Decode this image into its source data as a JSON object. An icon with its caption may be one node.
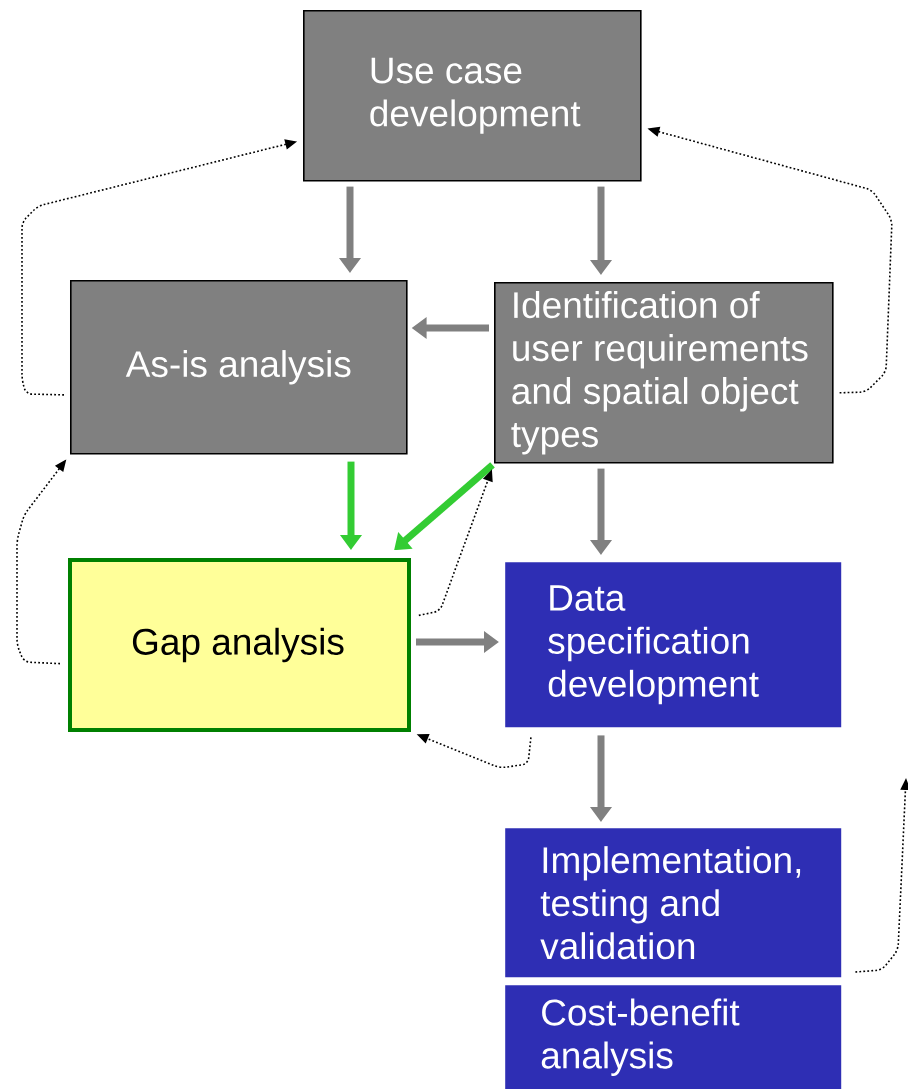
{
  "diagram": {
    "nodes": [
      {
        "text": [
          "Use case development"
        ]
      },
      {
        "text": [
          "As-is analysis"
        ]
      },
      {
        "text": [
          "Identification of user requirements and spatial object types"
        ]
      },
      {
        "text": [
          "Gap analysis"
        ]
      },
      {
        "text": [
          "Data specification development"
        ]
      },
      {
        "text": [
          "Implementation, testing and validation"
        ]
      },
      {
        "text": [
          "Cost-benefit analysis"
        ]
      }
    ],
    "edges": [
      {
        "from": 0,
        "to": 1,
        "arrow": "to"
      },
      {
        "from": 0,
        "to": 2,
        "arrow": "to"
      },
      {
        "from": 2,
        "to": 1,
        "arrow": "to"
      },
      {
        "from": 1,
        "to": 3,
        "arrow": "to",
        "color": "#33cc33"
      },
      {
        "from": 2,
        "to": 3,
        "arrow": "to",
        "color": "#33cc33"
      },
      {
        "from": 2,
        "to": 4,
        "arrow": "to"
      },
      {
        "from": 3,
        "to": 4,
        "arrow": "to"
      },
      {
        "from": 4,
        "to": 5,
        "arrow": "to"
      },
      {
        "from": 1,
        "to": 0,
        "arrow": "to",
        "style": "dashed",
        "color": "#000000"
      },
      {
        "from": 2,
        "to": 0,
        "arrow": "to",
        "style": "dashed",
        "color": "#000000"
      },
      {
        "from": 3,
        "to": 1,
        "arrow": "to",
        "style": "dashed",
        "color": "#000000"
      },
      {
        "from": 3,
        "to": 2,
        "arrow": "to",
        "style": "dashed",
        "color": "#000000"
      },
      {
        "from": 4,
        "to": 3,
        "arrow": "to",
        "style": "dashed",
        "color": "#000000"
      },
      {
        "from": 5,
        "to": null,
        "arrow": "to",
        "style": "dashed",
        "color": "#000000"
      }
    ]
  }
}
